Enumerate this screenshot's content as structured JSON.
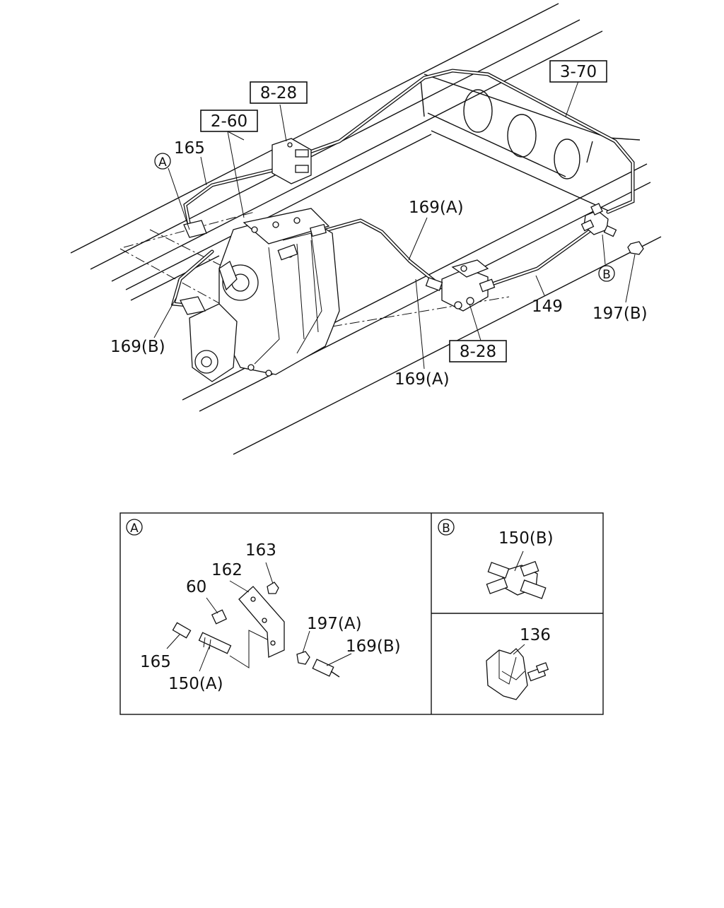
{
  "main_view": {
    "refs": {
      "ref_3_70": "3-70",
      "ref_8_28_top": "8-28",
      "ref_2_60": "2-60",
      "ref_8_28_bottom": "8-28"
    },
    "labels": {
      "p165": "165",
      "p169a_top": "169(A)",
      "p169b": "169(B)",
      "p149": "149",
      "p197b": "197(B)",
      "p169a_bottom": "169(A)"
    },
    "markers": {
      "a": "A",
      "b": "B"
    }
  },
  "detail_a": {
    "marker": "A",
    "labels": {
      "p163": "163",
      "p162": "162",
      "p60": "60",
      "p197a": "197(A)",
      "p169b": "169(B)",
      "p165": "165",
      "p150a": "150(A)"
    }
  },
  "detail_b": {
    "marker": "B",
    "labels": {
      "p150b": "150(B)"
    }
  },
  "detail_clip": {
    "labels": {
      "p136": "136"
    }
  }
}
